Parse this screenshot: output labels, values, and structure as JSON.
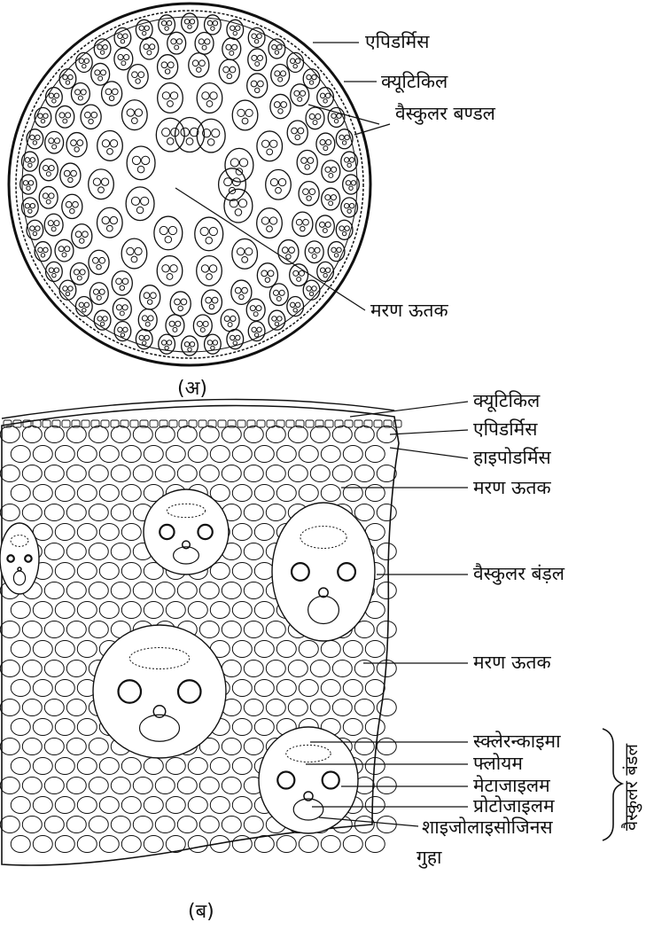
{
  "panel_a": {
    "caption": "(अ)",
    "labels": {
      "epidermis": "एपिडर्मिस",
      "cuticle": "क्यूटिकिल",
      "vascular_bundle": "वैस्कुलर बण्डल",
      "ground_tissue": "मरण ऊतक"
    }
  },
  "panel_b": {
    "caption": "(ब)",
    "labels": {
      "cuticle": "क्यूटिकिल",
      "epidermis": "एपिडर्मिस",
      "hypodermis": "हाइपोडर्मिस",
      "ground_tissue_1": "मरण ऊतक",
      "vascular_bundle": "वैस्कुलर बंड़ल",
      "ground_tissue_2": "मरण ऊतक",
      "sclerenchyma": "स्क्लेरन्काइमा",
      "phloem": "फ्लोयम",
      "metaxylem": "मेटाजाइलम",
      "protoxylem": "प्रोटोजाइलम",
      "schizolysigenous": "शाइजोलाइसोजिनस",
      "cavity": "गुहा",
      "bracket_label": "वैस्कुलर बंडल"
    }
  },
  "colors": {
    "ink": "#111111",
    "paper": "#ffffff"
  }
}
